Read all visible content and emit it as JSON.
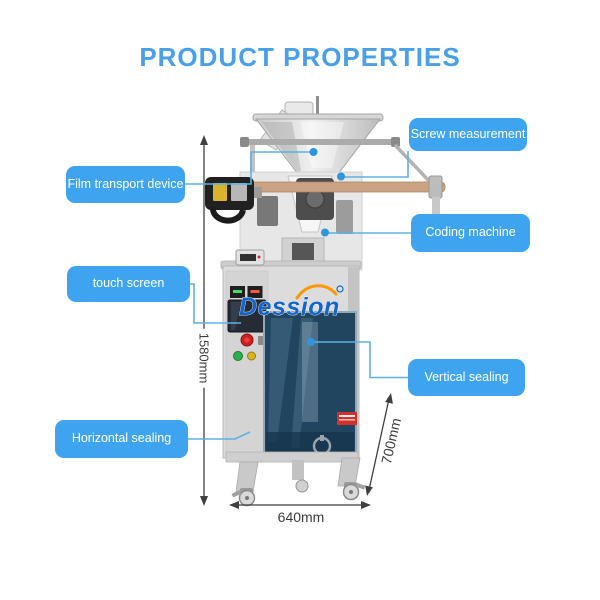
{
  "title": "PRODUCT PROPERTIES",
  "brand_logo": "Dession",
  "labels": [
    {
      "id": "screw-measurement",
      "text": "Screw measurement"
    },
    {
      "id": "film-transport-device",
      "text": "Film transport device"
    },
    {
      "id": "coding-machine",
      "text": "Coding machine"
    },
    {
      "id": "touch-screen",
      "text": "touch screen"
    },
    {
      "id": "vertical-sealing",
      "text": "Vertical sealing"
    },
    {
      "id": "horizontal-sealing",
      "text": "Horizontal sealing"
    }
  ],
  "dimensions": {
    "height": "1580mm",
    "depth": "700mm",
    "width": "640mm"
  },
  "colors": {
    "title_blue": "#4aa0e8",
    "label_bg": "#3fa4f0",
    "label_text": "#ffffff",
    "connector_blue": "#5fb0e5",
    "connector_dot": "#2e96df",
    "dimension_dark": "#3f3f3f",
    "logo_blue": "#1565c8",
    "logo_swoosh_orange": "#ff9800",
    "machine_steel": "#dcdcdc",
    "window_navy": "#21445f"
  }
}
